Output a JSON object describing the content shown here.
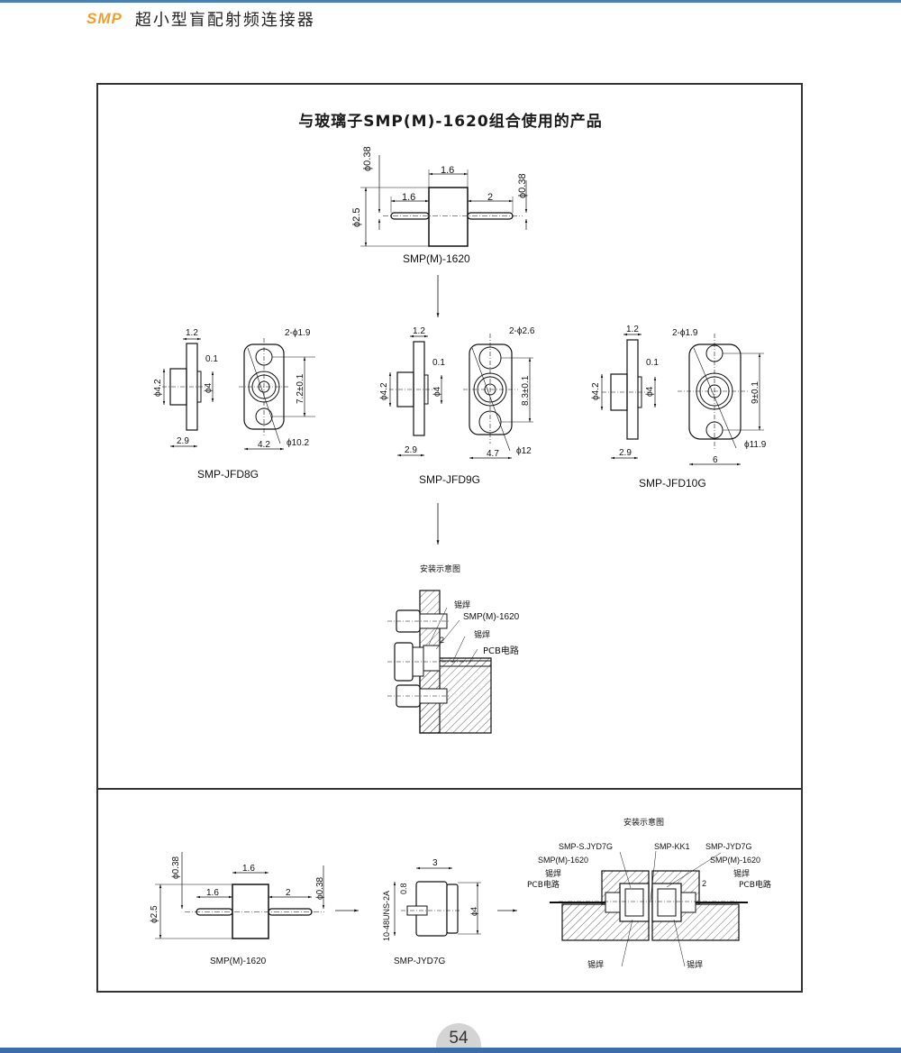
{
  "header": {
    "brand": "SMP",
    "title": "超小型盲配射频连接器"
  },
  "section_title": "与玻璃子SMP(M)-1620组合使用的产品",
  "top_part": {
    "name": "SMP(M)-1620",
    "dims": {
      "body_length": "1.6",
      "left_pin": "1.6",
      "right_pin": "2",
      "left_pin_dia": "ϕ0.38",
      "right_pin_dia": "ϕ0.38",
      "body_dia": "ϕ2.5"
    }
  },
  "flanges": [
    {
      "name": "SMP-JFD8G",
      "thickness": "1.2",
      "gap": "0.1",
      "boss_dia": "ϕ4.2",
      "inner_dia": "ϕ4",
      "depth": "2.9",
      "holes": "2-ϕ1.9",
      "pitch": "7.2±0.1",
      "width": "4.2",
      "outer_dia": "ϕ10.2"
    },
    {
      "name": "SMP-JFD9G",
      "thickness": "1.2",
      "gap": "0.1",
      "boss_dia": "ϕ4.2",
      "inner_dia": "ϕ4",
      "depth": "2.9",
      "holes": "2-ϕ2.6",
      "pitch": "8.3±0.1",
      "width": "4.7",
      "outer_dia": "ϕ12"
    },
    {
      "name": "SMP-JFD10G",
      "thickness": "1.2",
      "gap": "0.1",
      "boss_dia": "ϕ4.2",
      "inner_dia": "ϕ4",
      "depth": "2.9",
      "holes": "2-ϕ1.9",
      "pitch": "9±0.1",
      "width": "6",
      "outer_dia": "ϕ11.9"
    }
  ],
  "install1": {
    "title": "安装示意图",
    "labels": {
      "solder_a": "锡焊",
      "part": "SMP(M)-1620",
      "solder_b": "锡焊",
      "pcb": "PCB电路",
      "gap": "2"
    }
  },
  "bottom": {
    "part": {
      "name": "SMP(M)-1620",
      "dims": {
        "body_length": "1.6",
        "left_pin": "1.6",
        "right_pin": "2",
        "left_pin_dia": "ϕ0.38",
        "right_pin_dia": "ϕ0.38",
        "body_dia": "ϕ2.5"
      }
    },
    "jyd": {
      "name": "SMP-JYD7G",
      "length": "3",
      "thread": "10-48UNS-2A",
      "slot": "0.8",
      "dia": "ϕ4"
    },
    "install2": {
      "title": "安装示意图",
      "labels": {
        "sjyd": "SMP-S.JYD7G",
        "kk1": "SMP-KK1",
        "jyd": "SMP-JYD7G",
        "part_left": "SMP(M)-1620",
        "part_right": "SMP(M)-1620",
        "solder_left": "锡焊",
        "solder_right": "锡焊",
        "pcb_left": "PCB电路",
        "pcb_right": "PCB电路",
        "solder_bottom_left": "锡焊",
        "solder_bottom_right": "锡焊",
        "gap": "2"
      }
    }
  },
  "footer": {
    "page_number": "54"
  }
}
